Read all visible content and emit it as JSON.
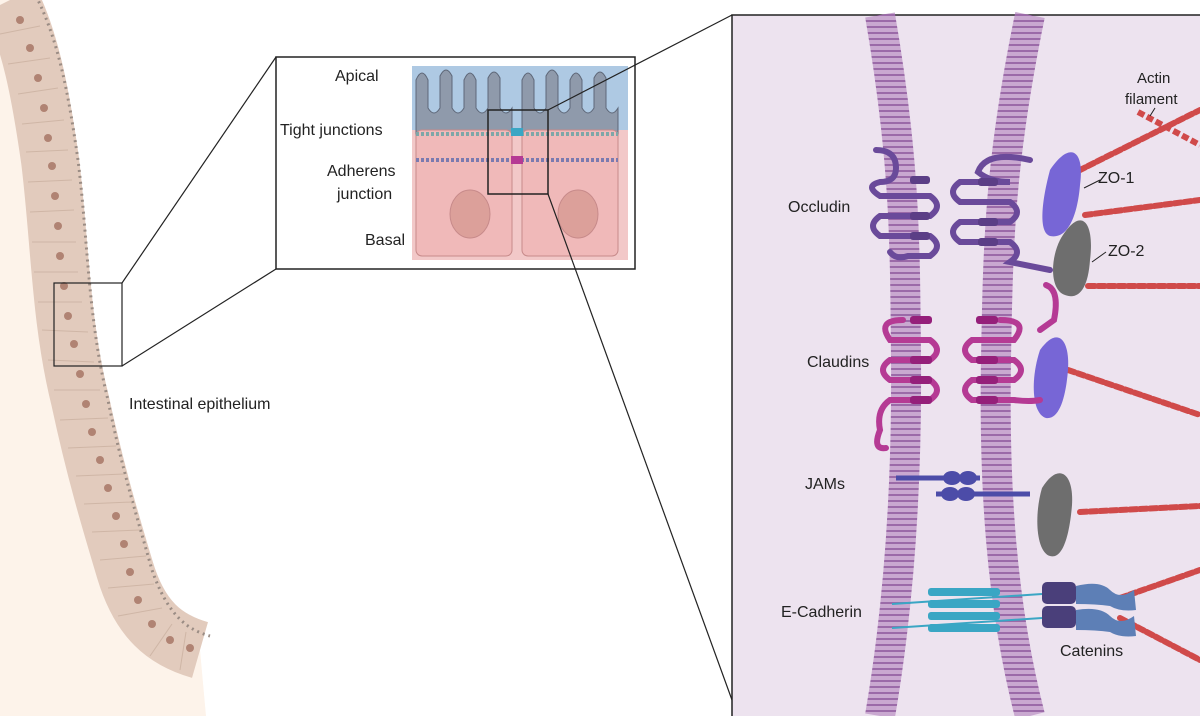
{
  "overview": {
    "tissue_label": "Intestinal epithelium"
  },
  "cell_inset": {
    "apical": "Apical",
    "tight_junctions": "Tight junctions",
    "adherens_line1": "Adherens",
    "adherens_line2": "junction",
    "basal": "Basal"
  },
  "junction_detail": {
    "actin_line1": "Actin",
    "actin_line2": "filament",
    "zo1": "ZO-1",
    "zo2": "ZO-2",
    "occludin": "Occludin",
    "claudins": "Claudins",
    "jams": "JAMs",
    "ecadherin": "E-Cadherin",
    "catenins": "Catenins"
  },
  "colors": {
    "membrane": "#a77ab0",
    "occludin": "#6a4a9a",
    "claudin": "#b53a94",
    "zo1": "#7766d6",
    "zo2": "#6e6e6e",
    "jam": "#4c4ca8",
    "cadherin": "#3aa6c4",
    "catenin_dark": "#4a3f7a",
    "catenin_light": "#5d7fb6",
    "actin": "#d04a4a",
    "panel_bg": "#ede3ef",
    "epithelium": "#e8d4c8"
  }
}
